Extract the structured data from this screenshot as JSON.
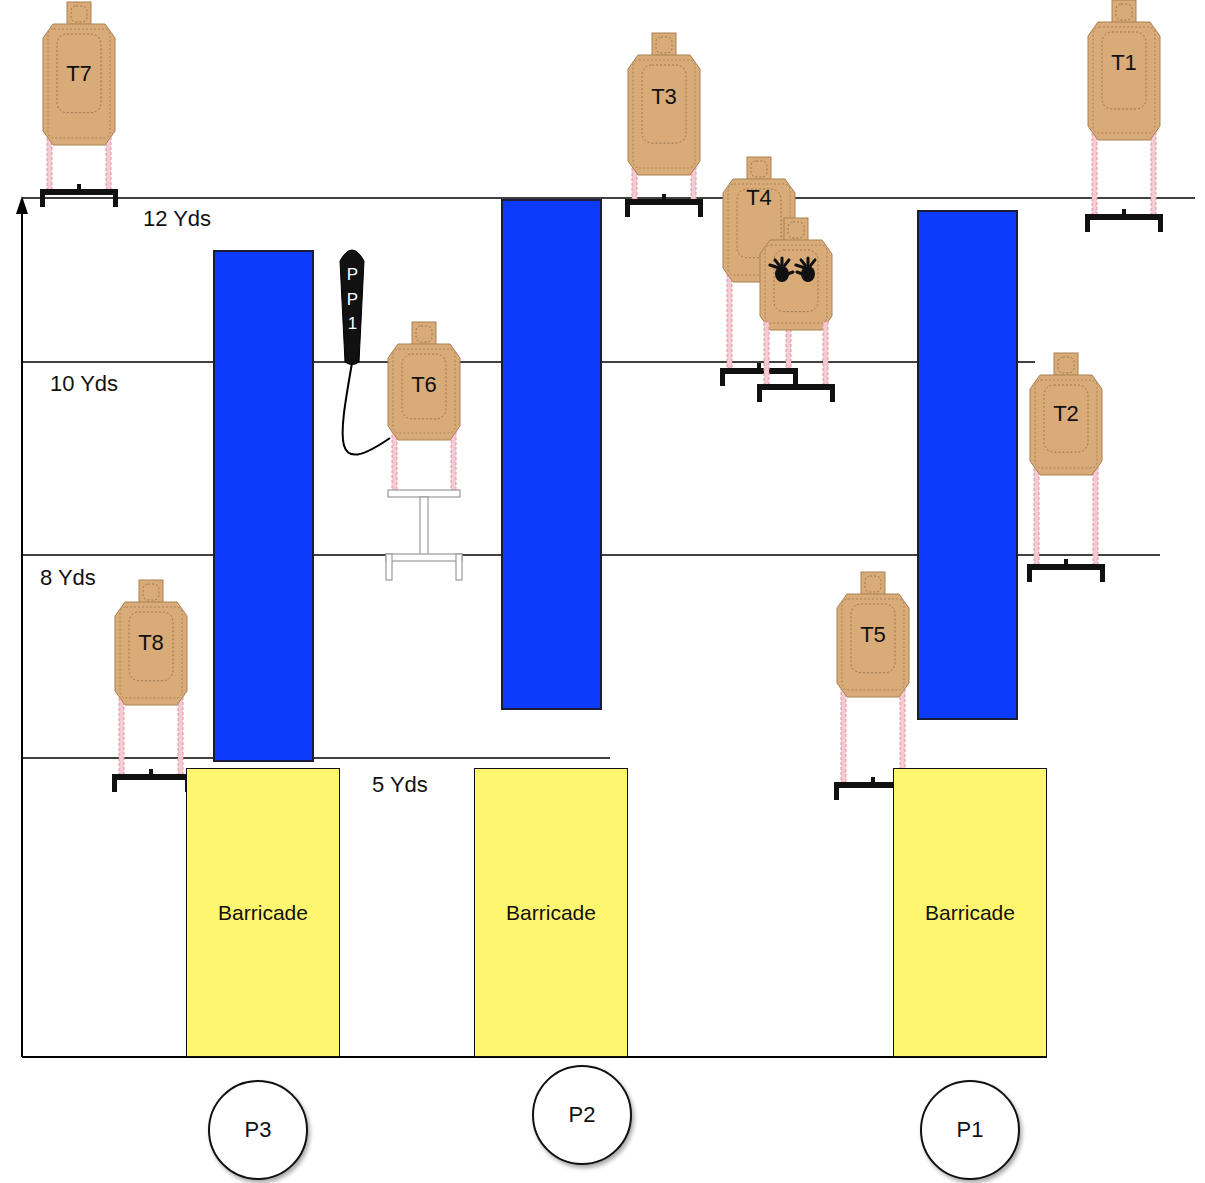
{
  "diagram": {
    "nodes": [
      {
        "text": [
          "T7"
        ]
      },
      {
        "text": [
          "T3"
        ]
      },
      {
        "text": [
          "T1"
        ]
      },
      {
        "text": [
          "T4"
        ]
      },
      {
        "text": [
          "P P 1"
        ]
      },
      {
        "text": [
          "T6"
        ]
      },
      {
        "text": [
          "T2"
        ]
      },
      {
        "text": [
          "T5"
        ]
      },
      {
        "text": [
          "T8"
        ]
      },
      {
        "text": [
          "Barricade"
        ]
      },
      {
        "text": [
          "Barricade"
        ]
      },
      {
        "text": [
          "Barricade"
        ]
      },
      {
        "text": [
          "P3"
        ]
      },
      {
        "text": [
          "P2"
        ]
      },
      {
        "text": [
          "P1"
        ]
      }
    ],
    "edges": [
      {
        "from": 4,
        "to": 5,
        "arrow": "none"
      }
    ],
    "labels": [
      "12 Yds",
      "10 Yds",
      "8 Yds",
      "5 Yds"
    ]
  }
}
